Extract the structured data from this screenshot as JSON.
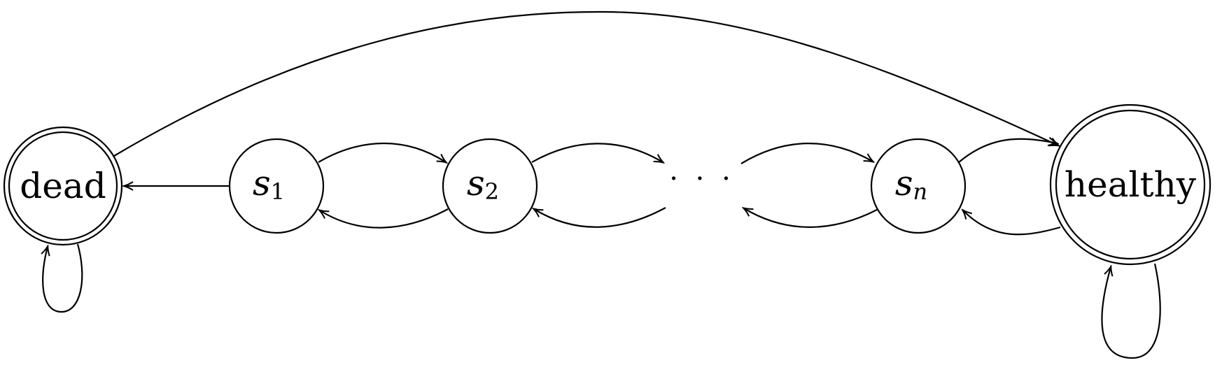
{
  "diagram": {
    "states": {
      "dead": {
        "label": "dead",
        "accepting": true
      },
      "s1": {
        "base": "s",
        "sub": "1"
      },
      "s2": {
        "base": "s",
        "sub": "2"
      },
      "ellipsis": {
        "label": "· · ·"
      },
      "sn": {
        "base": "s",
        "sub": "n"
      },
      "healthy": {
        "label": "healthy",
        "accepting": true
      }
    },
    "transitions": [
      {
        "from": "dead",
        "to": "dead"
      },
      {
        "from": "dead",
        "to": "healthy"
      },
      {
        "from": "s1",
        "to": "dead"
      },
      {
        "from": "s1",
        "to": "s2"
      },
      {
        "from": "s2",
        "to": "s1"
      },
      {
        "from": "s2",
        "to": "ellipsis"
      },
      {
        "from": "ellipsis",
        "to": "s2"
      },
      {
        "from": "ellipsis",
        "to": "sn"
      },
      {
        "from": "sn",
        "to": "ellipsis"
      },
      {
        "from": "sn",
        "to": "healthy"
      },
      {
        "from": "healthy",
        "to": "sn"
      },
      {
        "from": "healthy",
        "to": "healthy"
      }
    ],
    "colors": {
      "stroke": "#000000",
      "background": "#ffffff"
    }
  }
}
